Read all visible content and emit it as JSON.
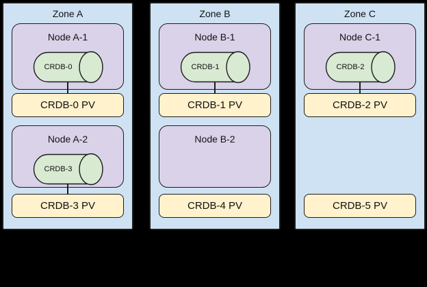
{
  "colors": {
    "canvas_bg": "#000000",
    "zone_fill": "#cfe2f3",
    "node_fill": "#d9d2e9",
    "cylinder_fill": "#d9ead3",
    "pv_fill": "#fff2cc",
    "stroke": "#1c1c1c",
    "text": "#111111"
  },
  "zones": [
    {
      "label": "Zone A",
      "node1": {
        "label": "Node A-1",
        "cylinder_label": "CRDB-0"
      },
      "pv1": {
        "label": "CRDB-0 PV"
      },
      "node2": {
        "label": "Node A-2",
        "cylinder_label": "CRDB-3"
      },
      "pv2": {
        "label": "CRDB-3 PV"
      }
    },
    {
      "label": "Zone B",
      "node1": {
        "label": "Node B-1",
        "cylinder_label": "CRDB-1"
      },
      "pv1": {
        "label": "CRDB-1 PV"
      },
      "node2": {
        "label": "Node B-2"
      },
      "pv2": {
        "label": "CRDB-4 PV"
      }
    },
    {
      "label": "Zone C",
      "node1": {
        "label": "Node C-1",
        "cylinder_label": "CRDB-2"
      },
      "pv1": {
        "label": "CRDB-2 PV"
      },
      "pv2": {
        "label": "CRDB-5 PV"
      }
    }
  ]
}
